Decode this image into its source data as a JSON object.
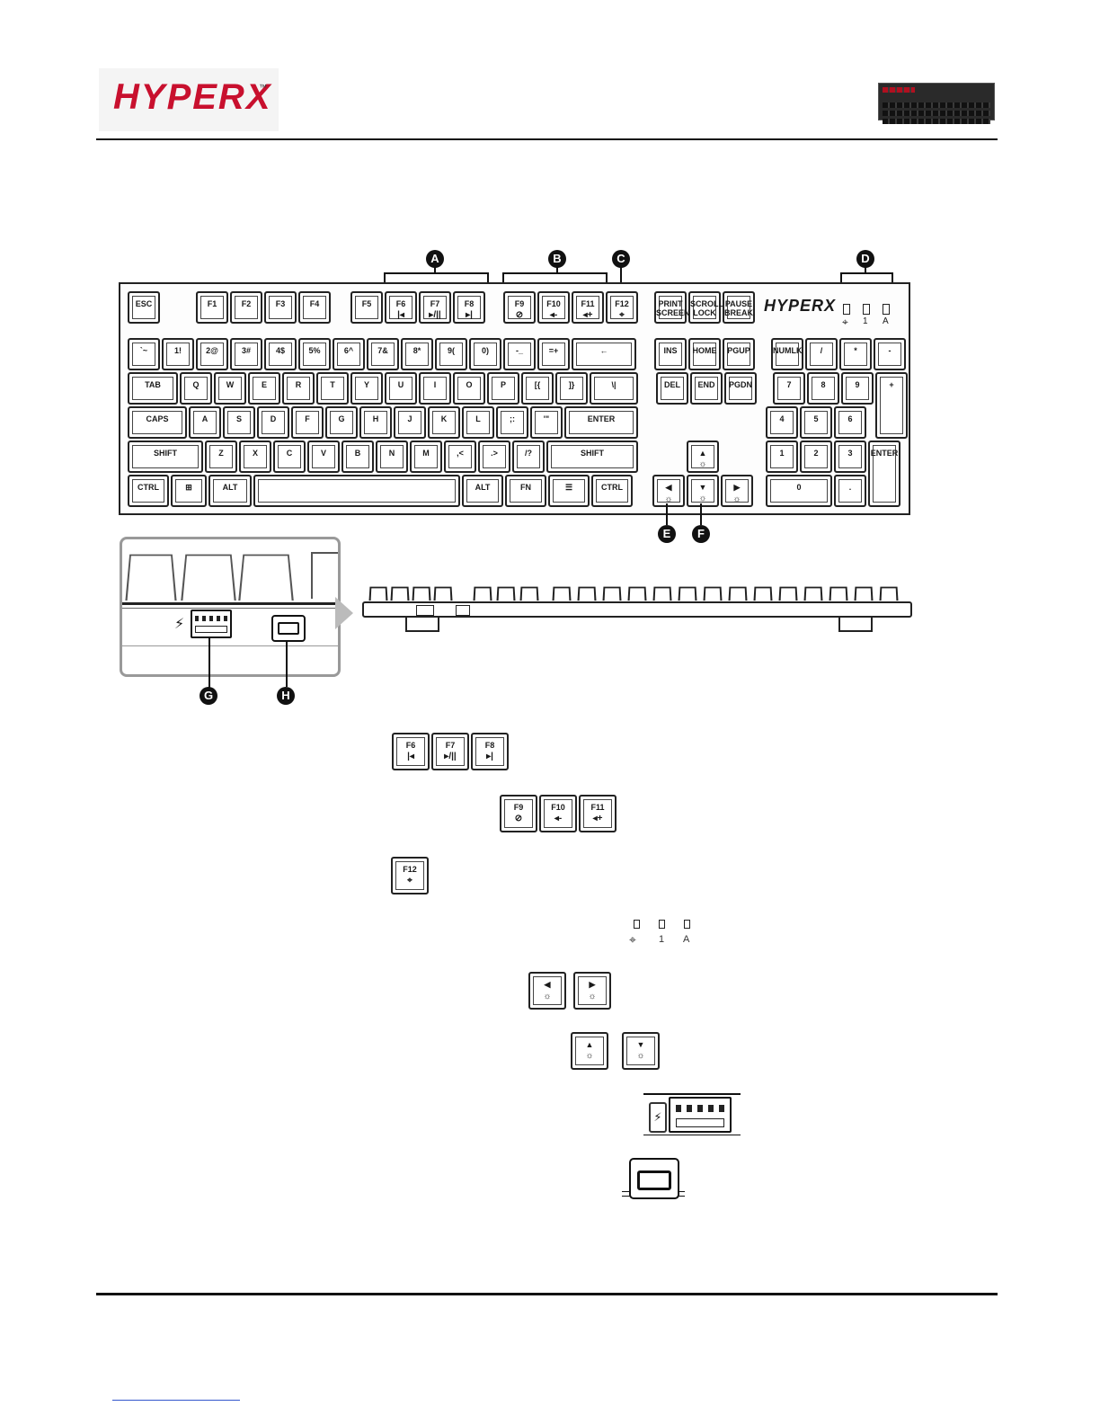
{
  "header": {
    "logo_text": "HYPERX",
    "logo_tm": "™"
  },
  "callouts": {
    "a": "A",
    "b": "B",
    "c": "C",
    "d": "D",
    "e": "E",
    "f": "F",
    "g": "G",
    "h": "H"
  },
  "keyboard": {
    "brand": "HYPERX",
    "indicators": [
      "1",
      "A"
    ],
    "row_fn": [
      {
        "l": "ESC",
        "s": ""
      },
      {
        "l": "F1",
        "s": ""
      },
      {
        "l": "F2",
        "s": ""
      },
      {
        "l": "F3",
        "s": ""
      },
      {
        "l": "F4",
        "s": ""
      },
      {
        "l": "F5",
        "s": ""
      },
      {
        "l": "F6",
        "s": "|◂"
      },
      {
        "l": "F7",
        "s": "▸/||"
      },
      {
        "l": "F8",
        "s": "▸|"
      },
      {
        "l": "F9",
        "s": "⊘"
      },
      {
        "l": "F10",
        "s": "◂-"
      },
      {
        "l": "F11",
        "s": "◂+"
      },
      {
        "l": "F12",
        "s": "⌖"
      },
      {
        "l": "PRINT SCREEN",
        "s": ""
      },
      {
        "l": "SCROLL LOCK",
        "s": ""
      },
      {
        "l": "PAUSE BREAK",
        "s": ""
      }
    ],
    "row_num": [
      "`~",
      "1!",
      "2@",
      "3#",
      "4$",
      "5%",
      "6^",
      "7&",
      "8*",
      "9(",
      "0)",
      "-_",
      "=+",
      "←",
      "INS",
      "HOME",
      "PGUP",
      "NUMLK",
      "/",
      "*",
      "-"
    ],
    "row_tab": [
      "TAB",
      "Q",
      "W",
      "E",
      "R",
      "T",
      "Y",
      "U",
      "I",
      "O",
      "P",
      "[{",
      "]}",
      "\\|",
      "DEL",
      "END",
      "PGDN",
      "7",
      "8",
      "9",
      "+"
    ],
    "row_caps": [
      "CAPS",
      "A",
      "S",
      "D",
      "F",
      "G",
      "H",
      "J",
      "K",
      "L",
      ";:",
      "'\"",
      "ENTER",
      "4",
      "5",
      "6"
    ],
    "row_shift": [
      "SHIFT",
      "Z",
      "X",
      "C",
      "V",
      "B",
      "N",
      "M",
      ",<",
      ".>",
      "/?",
      "SHIFT",
      "▲",
      "1",
      "2",
      "3",
      "ENTER"
    ],
    "row_ctrl": [
      "CTRL",
      "⊞",
      "ALT",
      "",
      "ALT",
      "FN",
      "☰",
      "CTRL",
      "◀",
      "▼",
      "▶",
      "0",
      "."
    ]
  },
  "legend": {
    "a_keys": [
      {
        "l": "F6",
        "s": "|◂"
      },
      {
        "l": "F7",
        "s": "▸/||"
      },
      {
        "l": "F8",
        "s": "▸|"
      }
    ],
    "b_keys": [
      {
        "l": "F9",
        "s": "⊘"
      },
      {
        "l": "F10",
        "s": "◂-"
      },
      {
        "l": "F11",
        "s": "◂+"
      }
    ],
    "c_keys": [
      {
        "l": "F12",
        "s": "⌖"
      }
    ],
    "d_indicators": [
      "1",
      "A"
    ],
    "e_keys": [
      {
        "l": "◀",
        "s": "☼"
      },
      {
        "l": "▶",
        "s": "☼"
      }
    ],
    "f_keys": [
      {
        "l": "▲",
        "s": "☼"
      },
      {
        "l": "▼",
        "s": "☼"
      }
    ]
  }
}
